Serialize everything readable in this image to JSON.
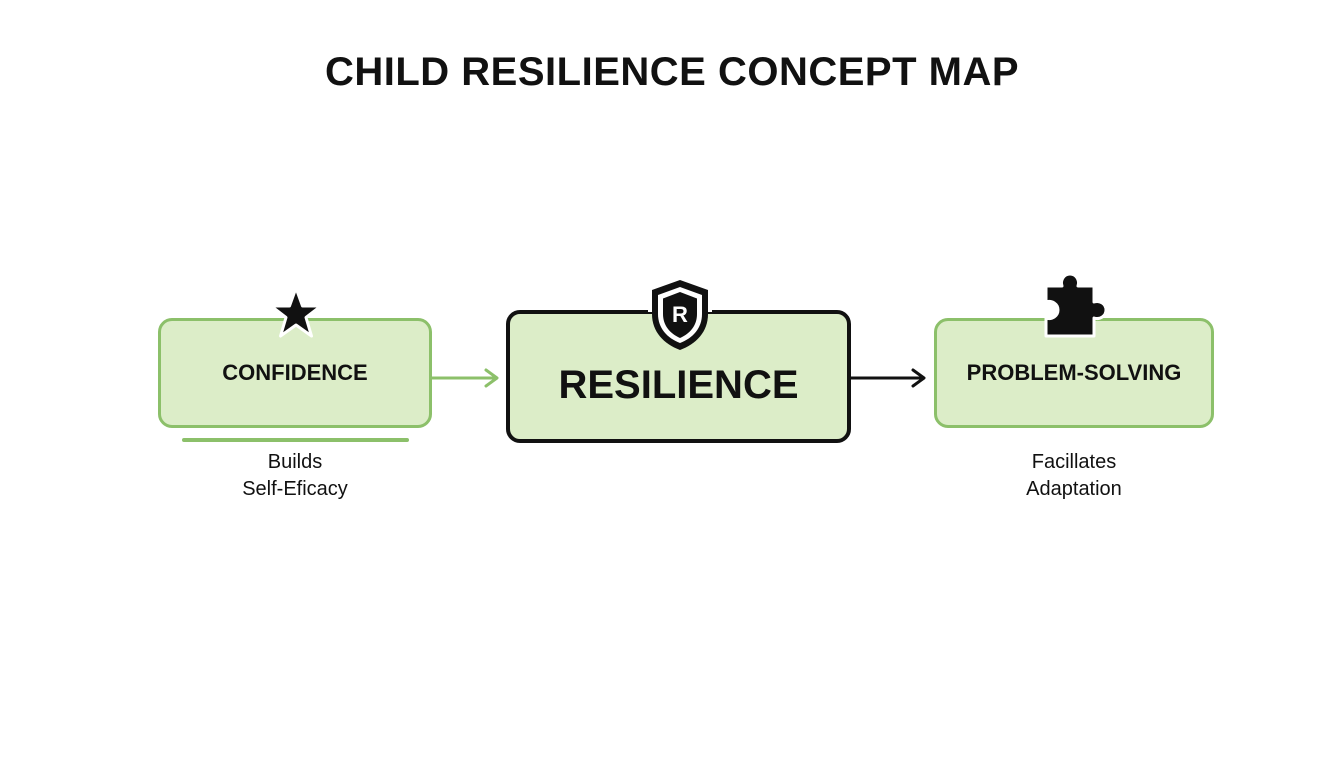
{
  "title": "CHILD RESILIENCE CONCEPT MAP",
  "colors": {
    "node_fill": "#dcedc8",
    "side_border": "#8cc06a",
    "center_border": "#111111",
    "arrow_green": "#8cc06a",
    "arrow_dark": "#111111",
    "text": "#111111",
    "background": "#ffffff"
  },
  "nodes": {
    "confidence": {
      "label": "CONFIDENCE",
      "icon": "star-icon",
      "caption_line1": "Builds",
      "caption_line2": "Self-Eficacy"
    },
    "resilience": {
      "label": "RESILIENCE",
      "icon": "shield-icon",
      "icon_letter": "R"
    },
    "problem_solving": {
      "label": "PROBLEM-SOLVING",
      "icon": "puzzle-piece-icon",
      "caption_line1": "Facillates",
      "caption_line2": "Adaptation"
    }
  },
  "edges": [
    {
      "from": "confidence",
      "to": "resilience",
      "color": "#8cc06a"
    },
    {
      "from": "resilience",
      "to": "problem_solving",
      "color": "#111111"
    }
  ]
}
